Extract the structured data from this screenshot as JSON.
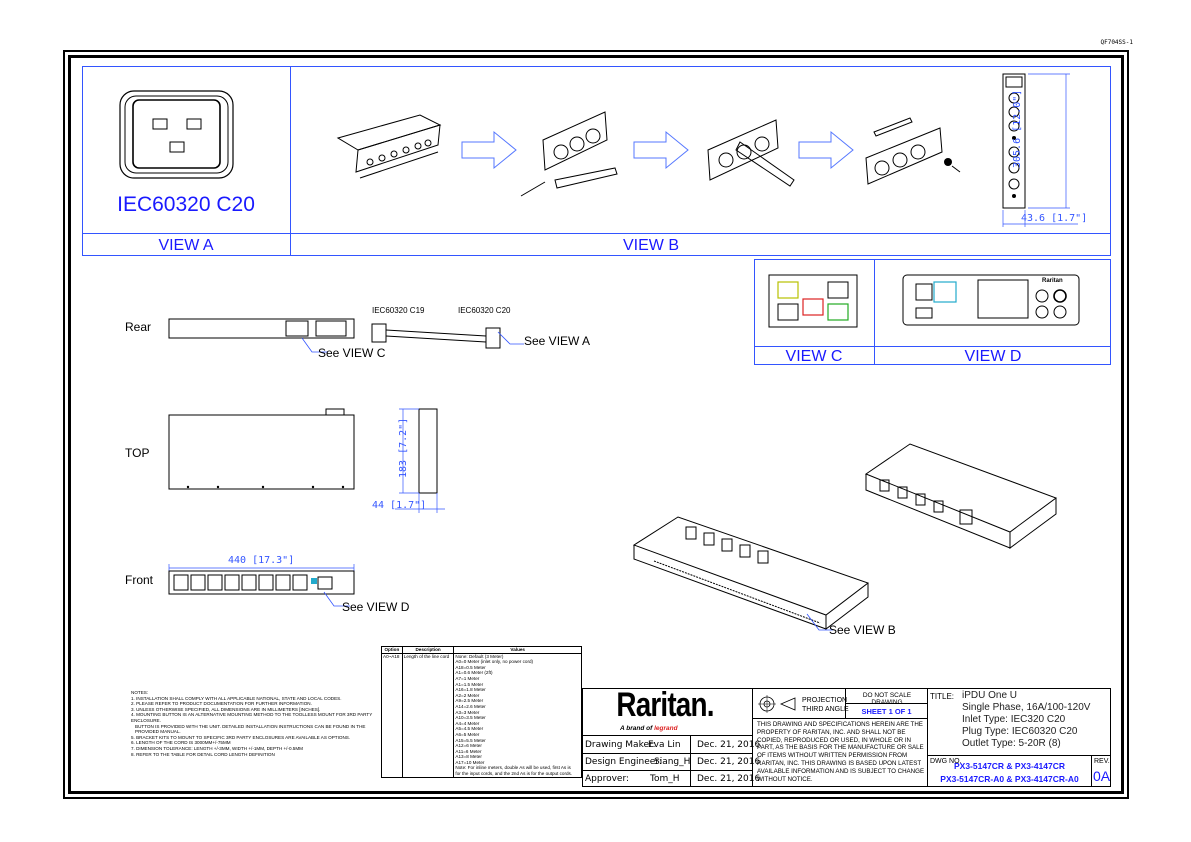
{
  "drawing_ref": "QF704SS-1",
  "view_a": {
    "title": "IEC60320 C20",
    "label": "VIEW A"
  },
  "view_b": {
    "label": "VIEW B",
    "dim_height": "305.6  [12.0\"]",
    "dim_width": "43.6  [1.7\"]"
  },
  "view_c": {
    "label": "VIEW C"
  },
  "view_d": {
    "label": "VIEW D",
    "brand": "Raritan"
  },
  "rear": {
    "label": "Rear",
    "c19": "IEC60320 C19",
    "c20": "IEC60320 C20",
    "see_c": "See VIEW C",
    "see_a": "See VIEW A"
  },
  "top": {
    "label": "TOP",
    "dim_height": "183  [7.2\"]",
    "dim_width": "44  [1.7\"]"
  },
  "front": {
    "label": "Front",
    "dim_width": "440  [17.3\"]",
    "see_d": "See VIEW D"
  },
  "iso": {
    "see_b": "See VIEW B"
  },
  "option_table": {
    "headers": [
      "Option",
      "Description",
      "Values"
    ],
    "option": "A0~A18",
    "description": "Length of the line cord",
    "values": [
      "None: Default (3 Meter)",
      "A0=0 Meter (inlet only, no power cord)",
      "A18=0.5 Meter",
      "A1=0.6 Meter (2ft)",
      "A7=1 Meter",
      "A1=1.5 Meter",
      "A16=1.8 Meter",
      "A2=2 Meter",
      "A9=2.5 Meter",
      "A14=2.6 Meter",
      "A3=3 Meter",
      "A10=3.5 Meter",
      "A4=4 Meter",
      "A5=4.5 Meter",
      "A6=5 Meter",
      "A15=5.5 Meter",
      "A12=6 Meter",
      "A11=6 Meter",
      "A13=8 Meter",
      "A17=10 Meter",
      "Note: For inline meters, double As will be used, first As is",
      "for the input cords, and the 2nd As is for the output cords."
    ]
  },
  "notes": {
    "title": "NOTES:",
    "items": [
      "1. INSTALLATION SHALL COMPLY WITH ALL APPLICABLE NATIONAL, STATE AND LOCAL CODES.",
      "2. PLEASE REFER TO PRODUCT DOCUMENTATION FOR FURTHER INFORMATION.",
      "3. UNLESS OTHERWISE SPECIFIED, ALL DIMENSIONS ARE IN MILLIMETERS [INCHES].",
      "4. MOUNTING BUTTON IS AN ALTERNATIVE MOUNTING METHOD TO THE TOOLLESS MOUNT FOR 3RD PARTY ENCLOSURE.",
      "   BUTTON IS PROVIDED WITH THE UNIT. DETAILED INSTALLATION INSTRUCTIONS CAN BE FOUND IN THE PROVIDED MANUAL.",
      "5. BRACKET KITS TO MOUNT TO SPECIFIC 3RD PARTY ENCLOSURES ARE AVAILABLE AS OPTIONS.",
      "6. LENGTH OF THE CORD IS 3000MM+/-75MM",
      "7. DIMENSION TOLERANCE: LENGTH +/-3MM, WIDTH +/-1MM, DEPTH +/-0.5MM",
      "8. REFER TO THE TABLE FOR DETAIL CORD LENGTH DEFINITION"
    ]
  },
  "title_block": {
    "logo": "Raritan.",
    "logo_sub": "A brand of",
    "logo_legrand": "legrand",
    "drawing_maker_label": "Drawing Maker:",
    "drawing_maker": "Eva Lin",
    "drawing_maker_date": "Dec. 21, 2016",
    "design_engineer_label": "Design Engineer:",
    "design_engineer": "Siang_H",
    "design_engineer_date": "Dec. 21, 2016",
    "approver_label": "Approver:",
    "approver": "Tom_H",
    "approver_date": "Dec. 21, 2016",
    "projection": "PROJECTION",
    "third_angle": "THIRD ANGLE",
    "do_not_scale": "DO NOT SCALE DRAWING",
    "sheet": "SHEET 1 OF 1",
    "disclaimer": "THIS DRAWING AND SPECIFICATIONS HEREIN ARE THE PROPERTY OF RARITAN, INC. AND SHALL NOT BE COPIED, REPRODUCED OR USED, IN WHOLE OR IN PART, AS THE BASIS FOR THE MANUFACTURE OR SALE OF ITEMS WITHOUT WRITTEN PERMISSION FROM RARITAN, INC. THIS DRAWING IS BASED UPON LATEST AVAILABLE INFORMATION AND IS SUBJECT TO CHANGE WITHOUT NOTICE.",
    "title_label": "TITLE:",
    "title_lines": [
      "iPDU One U",
      "Single Phase, 16A/100-120V",
      "Inlet Type: IEC320 C20",
      "Plug Type: IEC60320 C20",
      "Outlet Type: 5-20R (8)"
    ],
    "dwg_label": "DWG NO.",
    "dwg_line1": "PX3-5147CR & PX3-4147CR",
    "dwg_line2": "PX3-5147CR-A0 & PX3-4147CR-A0",
    "rev_label": "REV.",
    "rev": "0A"
  }
}
